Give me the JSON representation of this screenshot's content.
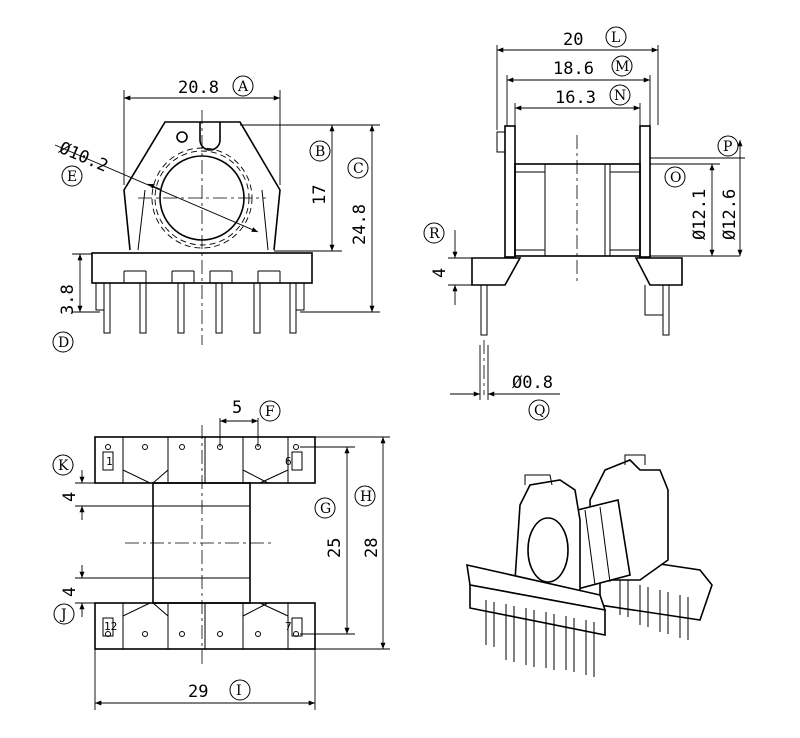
{
  "dimensions": {
    "front_width": "20.8",
    "front_hole_dia": "Ø10.2",
    "front_height_b": "17",
    "front_height_c": "24.8",
    "front_base": "3.8",
    "side_l": "20",
    "side_m": "18.6",
    "side_n": "16.3",
    "side_dia_o": "Ø12.1",
    "side_dia_p": "Ø12.6",
    "side_flange": "4",
    "side_pin_dia": "Ø0.8",
    "bottom_pitch": "5",
    "bottom_k": "4",
    "bottom_j": "4",
    "bottom_g": "25",
    "bottom_h": "28",
    "bottom_width": "29"
  },
  "labels": {
    "a": "A",
    "b": "B",
    "c": "C",
    "d": "D",
    "e": "E",
    "f": "F",
    "g": "G",
    "h": "H",
    "i": "I",
    "j": "J",
    "k": "K",
    "l": "L",
    "m": "M",
    "n": "N",
    "o": "O",
    "p": "P",
    "q": "Q",
    "r": "R"
  },
  "pins": {
    "p1": "1",
    "p6": "6",
    "p7": "7",
    "p12": "12"
  }
}
